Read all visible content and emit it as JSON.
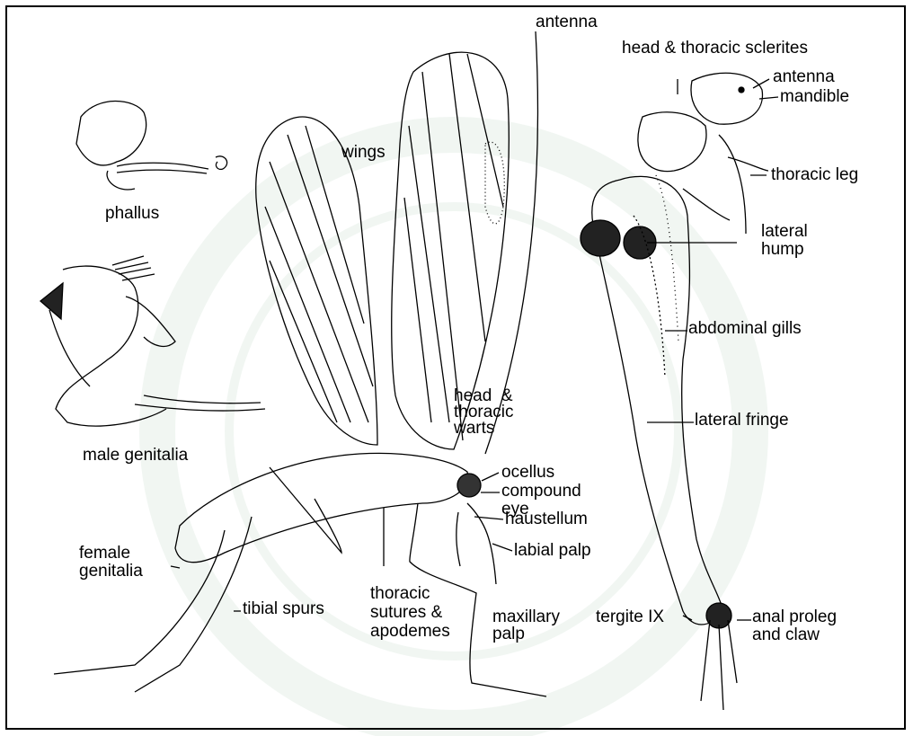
{
  "colors": {
    "ink": "#000000",
    "paper": "#ffffff",
    "watermark": "#1f7a3a"
  },
  "labels": {
    "antenna_adult": "antenna",
    "head_thoracic_sclerites": "head & thoracic sclerites",
    "antenna_larva": "antenna",
    "mandible": "mandible",
    "wings": "wings",
    "thoracic_leg": "thoracic leg",
    "phallus": "phallus",
    "lateral_hump": "lateral\nhump",
    "abdominal_gills": "abdominal gills",
    "head_thoracic_warts": "head  &\nthoracic\nwarts",
    "lateral_fringe": "lateral fringe",
    "male_genitalia": "male genitalia",
    "ocellus": "ocellus",
    "compound_eye": "compound\neye",
    "haustellum": "haustellum",
    "labial_palp": "labial palp",
    "female_genitalia": "female\ngenitalia",
    "tibial_spurs": "tibial spurs",
    "thoracic_sutures": "thoracic\nsutures &\napodemes",
    "maxillary_palp": "maxillary\npalp",
    "tergite_ix": "tergite IX",
    "anal_proleg": "anal proleg\nand claw"
  }
}
